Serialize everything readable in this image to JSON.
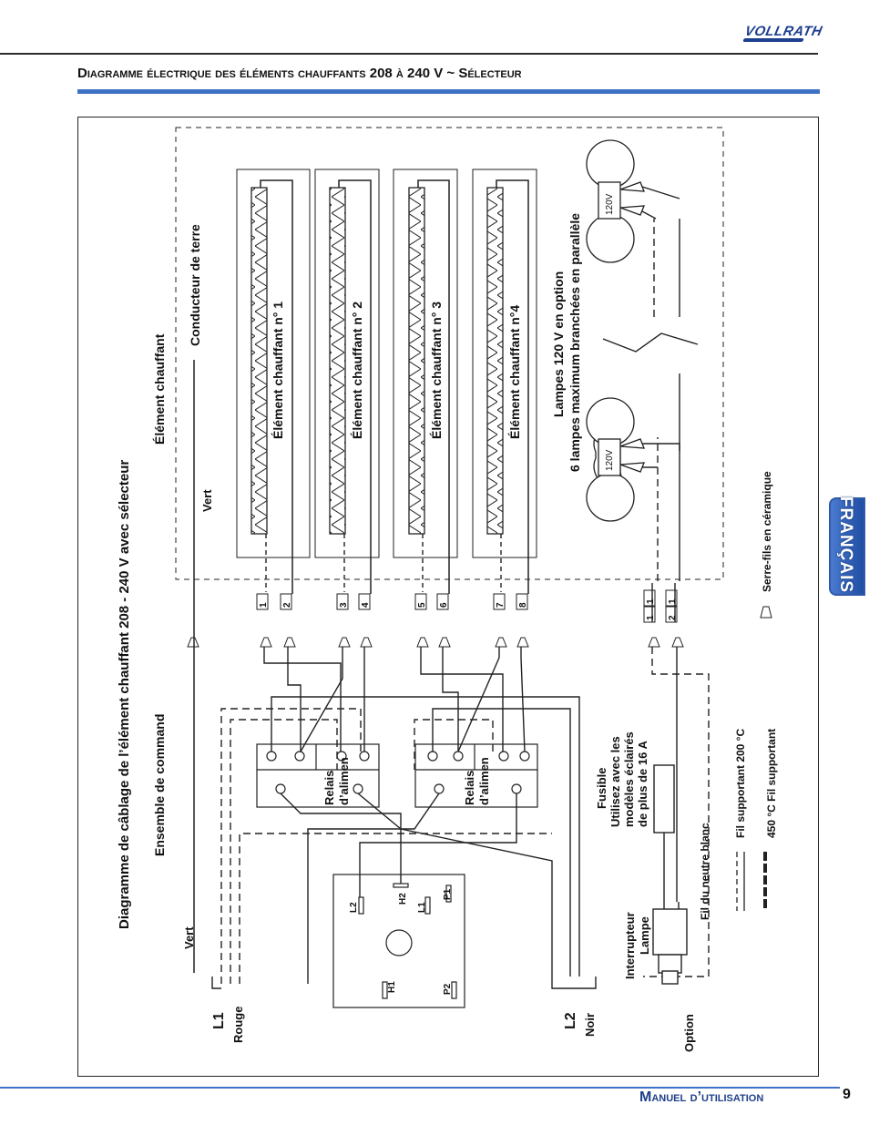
{
  "header": {
    "brand": "VOLLRATH",
    "section_title": "Diagramme électrique des éléments chauffants 208 à 240 V ~ Sélecteur"
  },
  "language_tab": "FRANÇAIS",
  "footer": {
    "manual": "Manuel d’utilisation",
    "page": "9"
  },
  "diagram": {
    "title": "Diagramme de câblage de l’élément chauffant 208 - 240 V avec sélecteur",
    "control_assembly": "Ensemble de command",
    "heating_element": "Élément chauffant",
    "ground_conductor": "Conducteur de terre",
    "green_1": "Vert",
    "green_2": "Vert",
    "elements": [
      "Élément chauffant n° 1",
      "Élément chauffant n° 2",
      "Élément chauffant n° 3",
      "Élément chauffant n°4"
    ],
    "terminal_numbers": [
      "1",
      "2",
      "3",
      "4",
      "5",
      "6",
      "7",
      "8"
    ],
    "lamp_terminals": [
      "1",
      "1",
      "1",
      "2"
    ],
    "relay_label_line1": "Relais",
    "relay_label_line2": "d’alimen",
    "switch_pins": {
      "l2": "L2",
      "h2": "H2",
      "l1": "L1",
      "p1": "P1",
      "h1": "H1",
      "p2": "P2"
    },
    "l1": "L1",
    "l1_color": "Rouge",
    "l2": "L2",
    "l2_color": "Noir",
    "lamps_line1": "Lampes 120 V en option",
    "lamps_line2": "6 lampes maximum branchées en parallèle",
    "lamp_voltage": "120V",
    "ceramic_nuts": "Serre-fils en céramique",
    "fuse_line1": "Fusible",
    "fuse_line2": "Utilisez avec les",
    "fuse_line3": "modèles éclairés",
    "fuse_line4": "de plus de 16 A",
    "lamp_switch_line1": "Interrupteur",
    "lamp_switch_line2": "Lampe",
    "option": "Option",
    "neutral_wire": "Fil du neutre blanc",
    "wire_200": "Fil supportant 200 °C",
    "wire_450": "450 °C Fil supportant"
  }
}
